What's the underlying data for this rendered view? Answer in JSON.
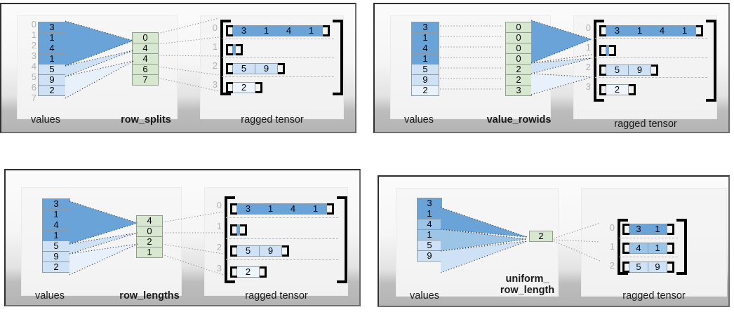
{
  "figure": {
    "title_absent": true,
    "panel_label_values": "values",
    "panel_label_ragged": "ragged tensor"
  },
  "colors": {
    "dark_blue": "#6aa3d8",
    "light_blue": "#cfe2f5",
    "green": "#d8e8d0",
    "cell_border": "#8c9aa5",
    "tick_gray": "#aeb2b5",
    "bracket": "#000000",
    "panel_border": "#2f2f2f"
  },
  "panels": [
    {
      "id": "row-splits",
      "encoding_label": "row_splits",
      "values_label": "values",
      "ragged_label": "ragged tensor",
      "values": [
        "3",
        "1",
        "4",
        "1",
        "5",
        "9",
        "2"
      ],
      "values_shade": [
        "dark",
        "dark",
        "dark",
        "dark",
        "light",
        "light",
        "light"
      ],
      "ticks": [
        "0",
        "1",
        "2",
        "3",
        "4",
        "5",
        "6",
        "7"
      ],
      "encoding": [
        "0",
        "4",
        "4",
        "6",
        "7"
      ],
      "ragged_rows": [
        {
          "index": "0",
          "cells": [
            "3",
            "1",
            "4",
            "1"
          ],
          "shade": "dark"
        },
        {
          "index": "1",
          "cells": [],
          "shade": "dark"
        },
        {
          "index": "2",
          "cells": [
            "5",
            "9"
          ],
          "shade": "light"
        },
        {
          "index": "3",
          "cells": [
            "2"
          ],
          "shade": "light"
        }
      ]
    },
    {
      "id": "value-rowids",
      "encoding_label": "value_rowids",
      "values_label": "values",
      "ragged_label": "ragged tensor",
      "values": [
        "3",
        "1",
        "4",
        "1",
        "5",
        "9",
        "2"
      ],
      "values_shade": [
        "dark",
        "dark",
        "dark",
        "dark",
        "light",
        "light",
        "light"
      ],
      "ticks": [],
      "encoding": [
        "0",
        "0",
        "0",
        "0",
        "2",
        "2",
        "3"
      ],
      "ragged_rows": [
        {
          "index": "0",
          "cells": [
            "3",
            "1",
            "4",
            "1"
          ],
          "shade": "dark"
        },
        {
          "index": "1",
          "cells": [],
          "shade": "dark"
        },
        {
          "index": "2",
          "cells": [
            "5",
            "9"
          ],
          "shade": "light"
        },
        {
          "index": "3",
          "cells": [
            "2"
          ],
          "shade": "light"
        }
      ]
    },
    {
      "id": "row-lengths",
      "encoding_label": "row_lengths",
      "values_label": "values",
      "ragged_label": "ragged tensor",
      "values": [
        "3",
        "1",
        "4",
        "1",
        "5",
        "9",
        "2"
      ],
      "values_shade": [
        "dark",
        "dark",
        "dark",
        "dark",
        "light",
        "light",
        "light"
      ],
      "ticks": [],
      "encoding": [
        "4",
        "0",
        "2",
        "1"
      ],
      "ragged_rows": [
        {
          "index": "0",
          "cells": [
            "3",
            "1",
            "4",
            "1"
          ],
          "shade": "dark"
        },
        {
          "index": "1",
          "cells": [],
          "shade": "dark"
        },
        {
          "index": "2",
          "cells": [
            "5",
            "9"
          ],
          "shade": "light"
        },
        {
          "index": "3",
          "cells": [
            "2"
          ],
          "shade": "light"
        }
      ]
    },
    {
      "id": "uniform-row-length",
      "encoding_label": "uniform_\nrow_length",
      "encoding_label_line1": "uniform_",
      "encoding_label_line2": "row_length",
      "values_label": "values",
      "ragged_label": "ragged tensor",
      "values": [
        "3",
        "1",
        "4",
        "1",
        "5",
        "9"
      ],
      "values_shade": [
        "dark",
        "dark",
        "mid",
        "mid",
        "light",
        "light"
      ],
      "ticks": [],
      "encoding": [
        "2"
      ],
      "ragged_rows": [
        {
          "index": "0",
          "cells": [
            "3",
            "1"
          ],
          "shade": "dark"
        },
        {
          "index": "1",
          "cells": [
            "4",
            "1"
          ],
          "shade": "mid"
        },
        {
          "index": "2",
          "cells": [
            "5",
            "9"
          ],
          "shade": "light"
        }
      ]
    }
  ]
}
